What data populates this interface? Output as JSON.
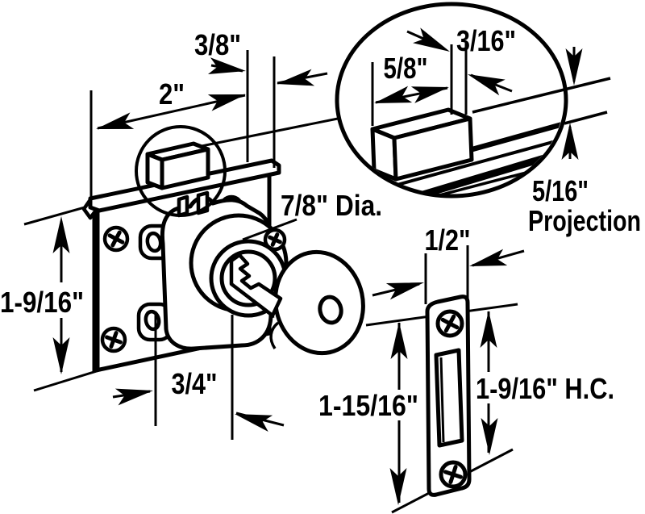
{
  "diagram": {
    "type": "technical-line-drawing",
    "subject": "cabinet drawer lock with key, magnified latch-bolt detail inset, and strike plate",
    "colors": {
      "line": "#000000",
      "background": "#ffffff"
    },
    "labels": {
      "bolt_width_top": "3/8\"",
      "plate_width": "2\"",
      "inset_bolt_offset": "3/16\"",
      "inset_bolt_length": "5/8\"",
      "projection_value": "5/16\"",
      "projection_word": "Projection",
      "cylinder_diameter": "7/8\" Dia.",
      "plate_height": "1-9/16\"",
      "cylinder_offset": "3/4\"",
      "strike_width": "1/2\"",
      "strike_height": "1-15/16\"",
      "strike_hole_centers": "1-9/16\" H.C."
    }
  }
}
